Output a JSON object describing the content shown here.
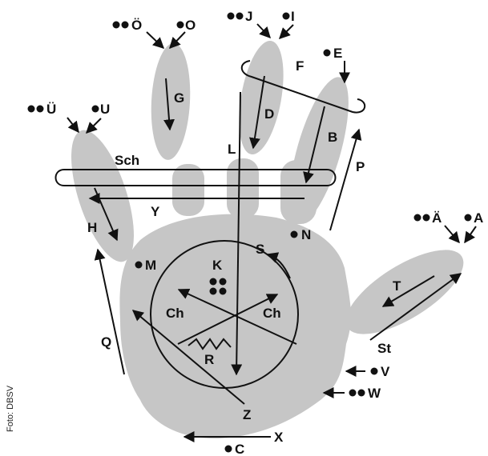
{
  "credit": "Foto: DBSV",
  "labels": {
    "oe": "Ö",
    "o": "O",
    "j": "J",
    "i": "I",
    "e": "E",
    "f": "F",
    "g": "G",
    "d": "D",
    "l": "L",
    "b": "B",
    "ue": "Ü",
    "u": "U",
    "sch": "Sch",
    "p": "P",
    "y": "Y",
    "h": "H",
    "n": "N",
    "ae": "Ä",
    "a": "A",
    "m": "M",
    "k": "K",
    "s": "S",
    "ch_left": "Ch",
    "ch_right": "Ch",
    "t": "T",
    "q": "Q",
    "st": "St",
    "r": "R",
    "v": "V",
    "w": "W",
    "z": "Z",
    "x": "X",
    "c": "C"
  },
  "colors": {
    "hand": "#c6c6c6",
    "ink": "#111111",
    "background": "#ffffff"
  }
}
